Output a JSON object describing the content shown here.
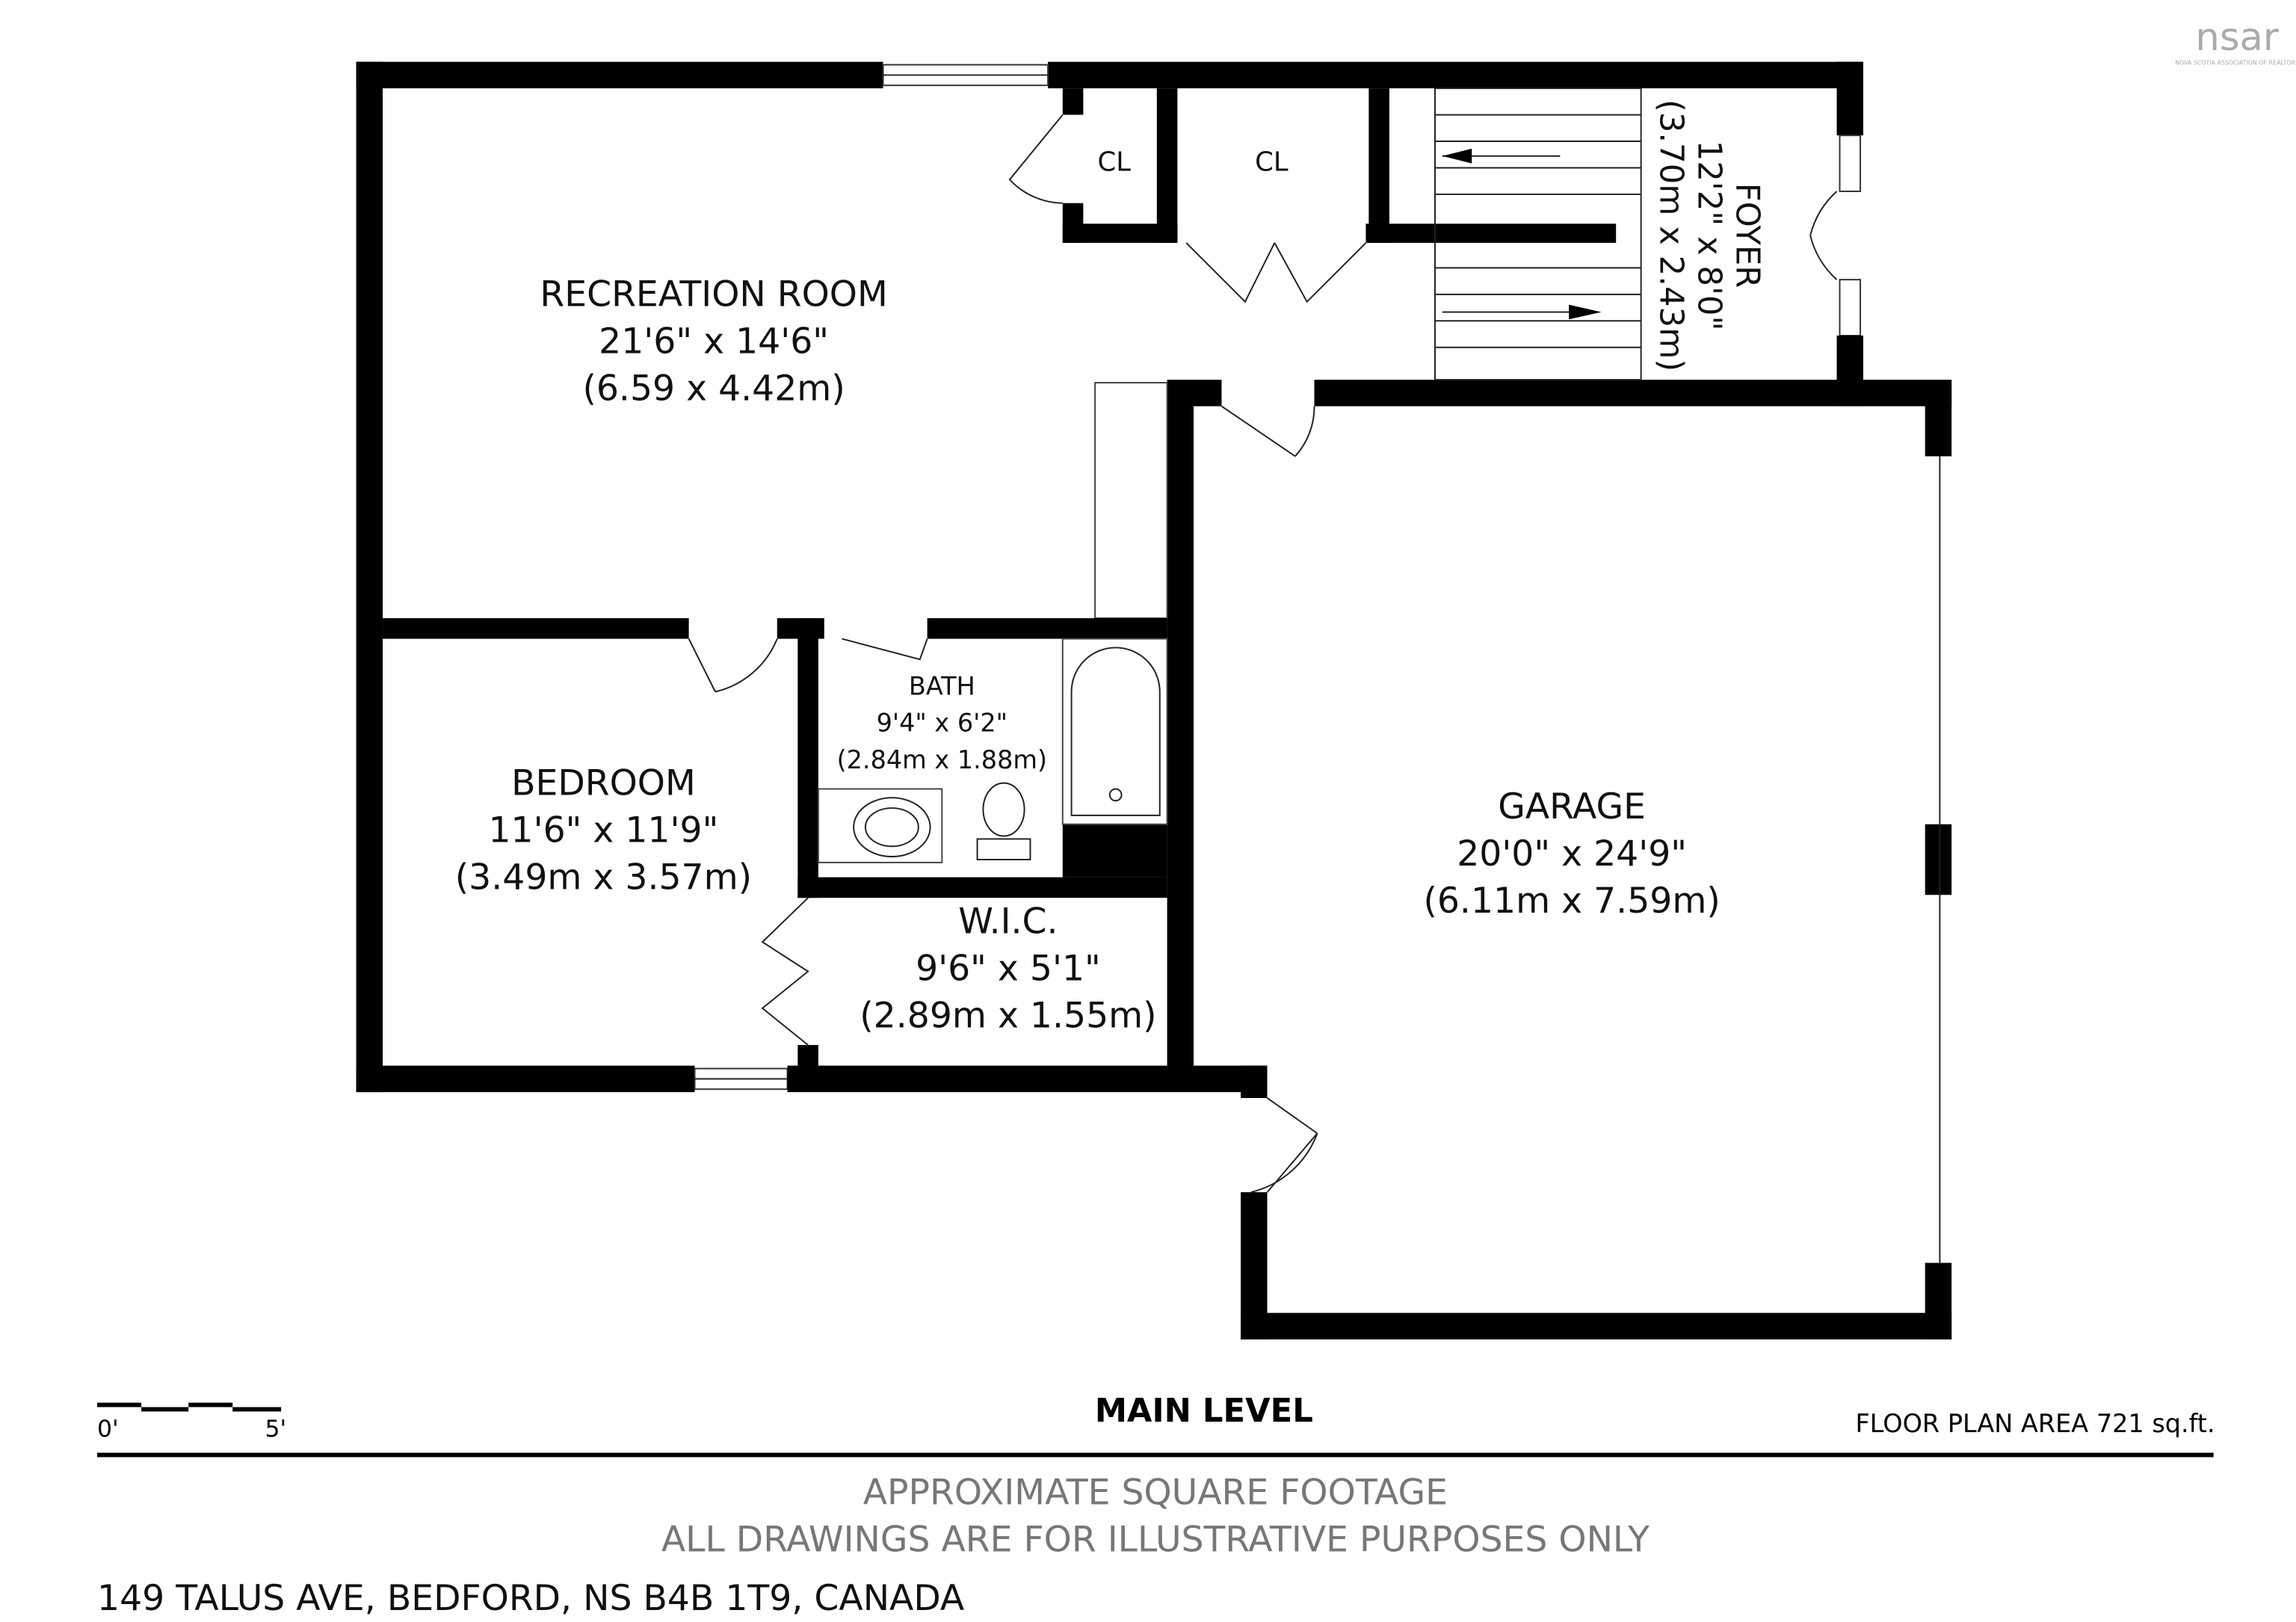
{
  "logo": {
    "text": "nsar",
    "subtitle": "NOVA SCOTIA ASSOCIATION OF REALTORS"
  },
  "rooms": {
    "recreation": {
      "name": "RECREATION ROOM",
      "imperial": "21'6\" x 14'6\"",
      "metric": "(6.59 x 4.42m)"
    },
    "cl1": {
      "name": "CL"
    },
    "cl2": {
      "name": "CL"
    },
    "foyer": {
      "name": "FOYER",
      "imperial": "12'2\" x 8'0\"",
      "metric": "(3.70m x 2.43m)"
    },
    "bath": {
      "name": "BATH",
      "imperial": "9'4\" x 6'2\"",
      "metric": "(2.84m x 1.88m)"
    },
    "bedroom": {
      "name": "BEDROOM",
      "imperial": "11'6\" x 11'9\"",
      "metric": "(3.49m x 3.57m)"
    },
    "wic": {
      "name": "W.I.C.",
      "imperial": "9'6\" x 5'1\"",
      "metric": "(2.89m x 1.55m)"
    },
    "garage": {
      "name": "GARAGE",
      "imperial": "20'0\" x 24'9\"",
      "metric": "(6.11m x 7.59m)"
    }
  },
  "footer": {
    "scale_start": "0'",
    "scale_end": "5'",
    "level": "MAIN LEVEL",
    "area": "FLOOR PLAN AREA 721 sq.ft.",
    "disclaimer1": "APPROXIMATE SQUARE FOOTAGE",
    "disclaimer2": "ALL DRAWINGS ARE FOR ILLUSTRATIVE PURPOSES ONLY",
    "address": "149 TALUS AVE, BEDFORD, NS B4B 1T9, CANADA"
  }
}
